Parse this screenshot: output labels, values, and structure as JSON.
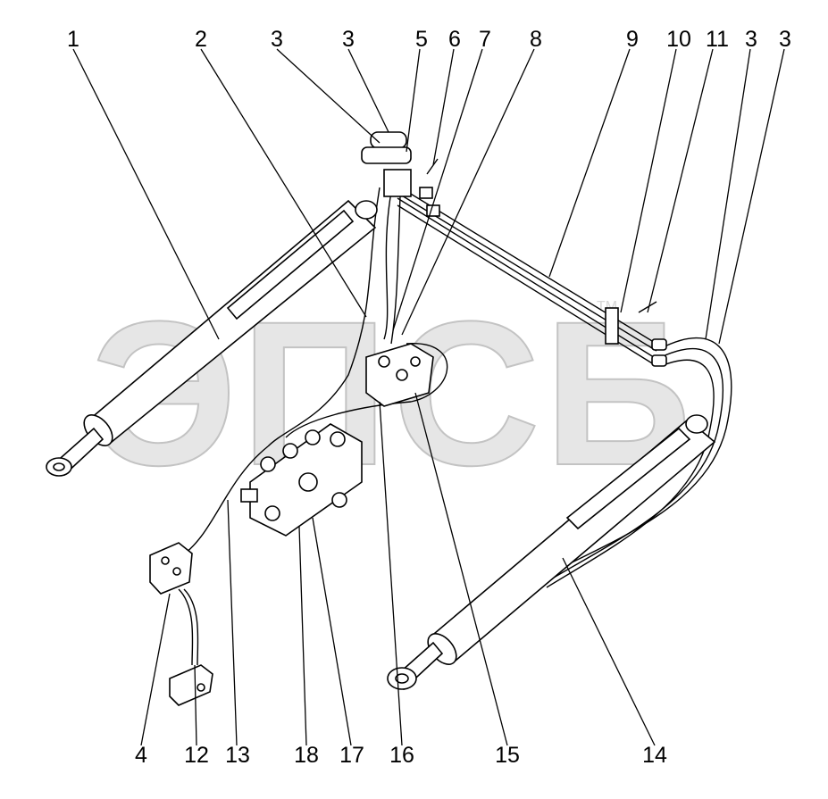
{
  "diagram": {
    "top_callouts": [
      "1",
      "2",
      "3",
      "3",
      "5",
      "6",
      "7",
      "8",
      "9",
      "10",
      "11",
      "3",
      "3"
    ],
    "bottom_callouts": [
      "4",
      "12",
      "13",
      "18",
      "17",
      "16",
      "15",
      "14"
    ]
  },
  "watermark": {
    "text": "ЭПСБ",
    "mark": "TM"
  },
  "colors": {
    "line": "#000000",
    "background": "#ffffff",
    "watermark_fill": "#e2e2e2"
  }
}
